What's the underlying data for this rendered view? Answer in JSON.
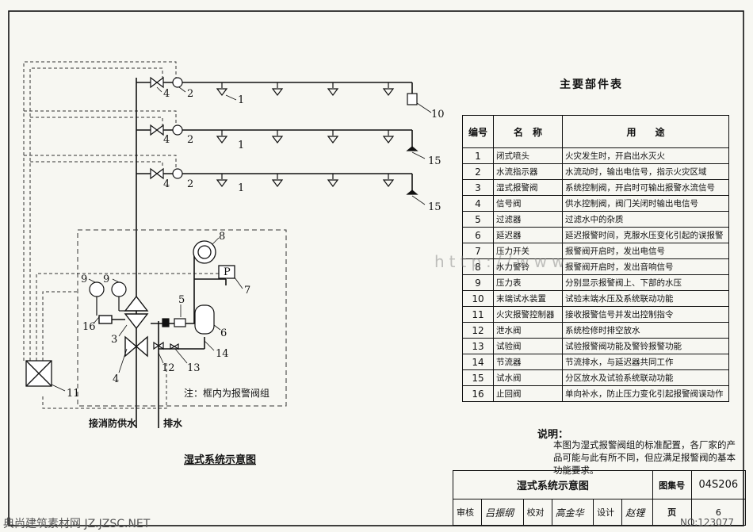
{
  "diagram": {
    "caption": "湿式系统示意图",
    "frame_note": "注：框内为报警阀组",
    "supply_label": "接消防供水",
    "drain_label": "排水",
    "callouts": {
      "n1": "1",
      "n2": "2",
      "n3": "3",
      "n4": "4",
      "n5": "5",
      "n6": "6",
      "n7": "7",
      "n8": "8",
      "n9": "9",
      "n10": "10",
      "n11": "11",
      "n12": "12",
      "n13": "13",
      "n14": "14",
      "n15": "15",
      "n16": "16",
      "gauge_p": "P"
    }
  },
  "parts_table": {
    "title": "主要部件表",
    "headers": [
      "编号",
      "名　称",
      "用　　途"
    ],
    "rows": [
      {
        "no": "1",
        "name": "闭式喷头",
        "use": "火灾发生时，开启出水灭火"
      },
      {
        "no": "2",
        "name": "水流指示器",
        "use": "水流动时，输出电信号，指示火灾区域"
      },
      {
        "no": "3",
        "name": "湿式报警阀",
        "use": "系统控制阀，开启时可输出报警水流信号"
      },
      {
        "no": "4",
        "name": "信号阀",
        "use": "供水控制阀，阀门关闭时输出电信号"
      },
      {
        "no": "5",
        "name": "过滤器",
        "use": "过滤水中的杂质"
      },
      {
        "no": "6",
        "name": "延迟器",
        "use": "延迟报警时间，克服水压变化引起的误报警"
      },
      {
        "no": "7",
        "name": "压力开关",
        "use": "报警阀开启时，发出电信号"
      },
      {
        "no": "8",
        "name": "水力警铃",
        "use": "报警阀开启时，发出音响信号"
      },
      {
        "no": "9",
        "name": "压力表",
        "use": "分别显示报警阀上、下部的水压"
      },
      {
        "no": "10",
        "name": "末端试水装置",
        "use": "试验末端水压及系统联动功能"
      },
      {
        "no": "11",
        "name": "火灾报警控制器",
        "use": "接收报警信号并发出控制指令"
      },
      {
        "no": "12",
        "name": "泄水阀",
        "use": "系统检修时排空放水"
      },
      {
        "no": "13",
        "name": "试验阀",
        "use": "试验报警阀功能及警铃报警功能"
      },
      {
        "no": "14",
        "name": "节流器",
        "use": "节流排水，与延迟器共同工作"
      },
      {
        "no": "15",
        "name": "试水阀",
        "use": "分区放水及试验系统联动功能"
      },
      {
        "no": "16",
        "name": "止回阀",
        "use": "单向补水，防止压力变化引起报警阀误动作"
      }
    ]
  },
  "notes": {
    "title": "说明：",
    "body": "本图为湿式报警阀组的标准配置，各厂家的产品可能与此有所不同，但应满足报警阀的基本功能要求。"
  },
  "title_block": {
    "drawing_name": "湿式系统示意图",
    "atlas_label": "图集号",
    "atlas_no": "04S206",
    "review_label": "审核",
    "review_sig": "吕振纲",
    "check_label": "校对",
    "check_sig": "高金华",
    "design_label": "设计",
    "design_sig": "赵锂",
    "page_label": "页",
    "page_no": "6"
  },
  "watermarks": {
    "url": "http://www.",
    "bottom": "典尚建筑素材网 JZ.JZSC.NET",
    "number": "NO:123077"
  }
}
